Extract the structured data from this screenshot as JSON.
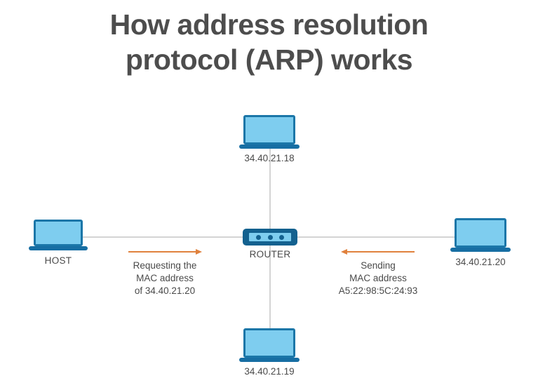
{
  "title": {
    "line1": "How address resolution",
    "line2": "protocol (ARP) works"
  },
  "colors": {
    "title": "#4d4d4d",
    "laptop_screen": "#7ecdef",
    "laptop_border": "#1b76a8",
    "laptop_base": "#176ea3",
    "router_body": "#13618f",
    "router_panel": "#7ecdef",
    "arrow": "#e0813d",
    "line": "#d4d4d4",
    "text": "#4a4a4a",
    "background": "#ffffff"
  },
  "nodes": {
    "top": {
      "label": "34.40.21.18",
      "type": "laptop"
    },
    "left": {
      "label": "HOST",
      "type": "laptop"
    },
    "right": {
      "label": "34.40.21.20",
      "type": "laptop"
    },
    "bottom": {
      "label": "34.40.21.19",
      "type": "laptop"
    },
    "center": {
      "label": "ROUTER",
      "type": "router",
      "led_count": 3
    }
  },
  "arrows": [
    {
      "name": "request-arrow",
      "direction": "right",
      "caption": {
        "line1": "Requesting the",
        "line2": "MAC address",
        "line3": "of 34.40.21.20"
      }
    },
    {
      "name": "response-arrow",
      "direction": "left",
      "caption": {
        "line1": "Sending",
        "line2": "MAC address",
        "line3": "A5:22:98:5C:24:93"
      }
    }
  ]
}
